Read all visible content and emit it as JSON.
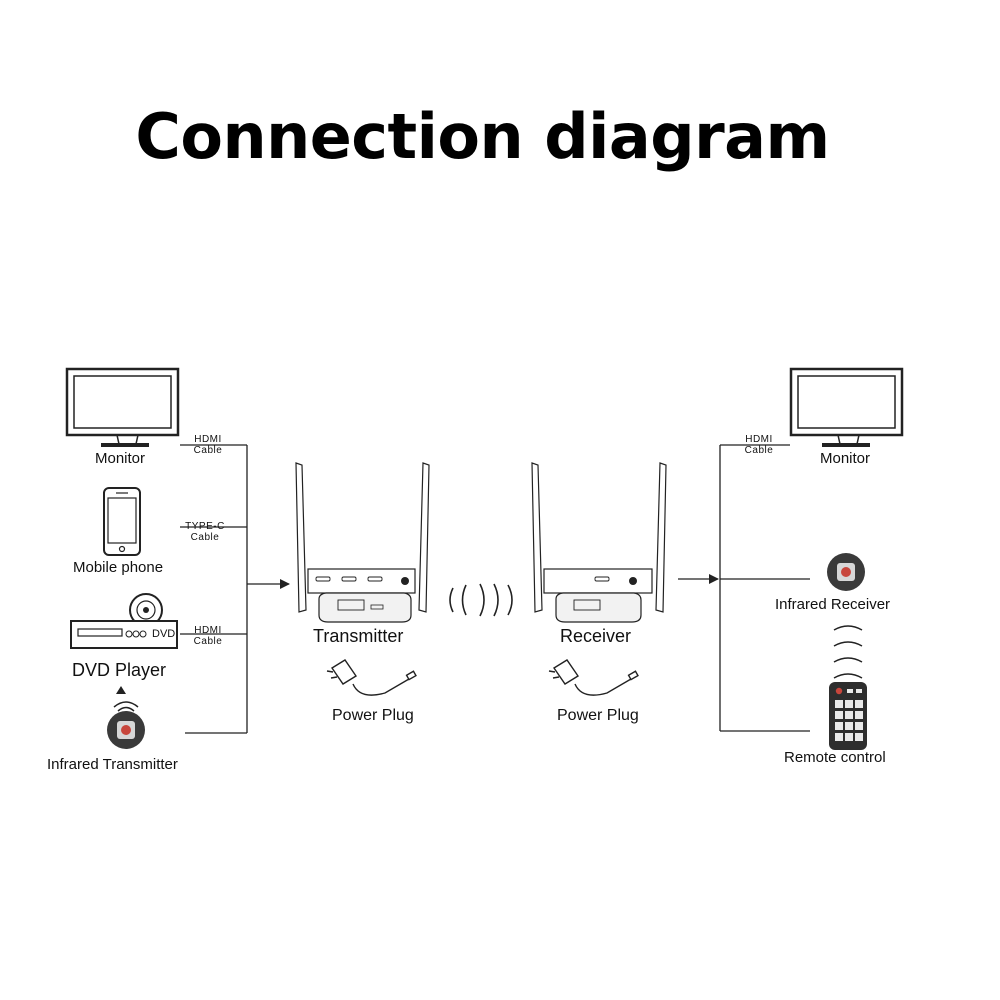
{
  "title": "Connection diagram",
  "left": {
    "monitor": "Monitor",
    "mobile": "Mobile phone",
    "dvd": "DVD Player",
    "dvd_logo": "DVD",
    "ir_tx": "Infrared Transmitter",
    "cable1": [
      "HDMI",
      "Cable"
    ],
    "cable2": [
      "TYPE-C",
      "Cable"
    ],
    "cable3": [
      "HDMI",
      "Cable"
    ]
  },
  "center": {
    "transmitter": "Transmitter",
    "receiver": "Receiver",
    "plug1": "Power Plug",
    "plug2": "Power Plug"
  },
  "right": {
    "monitor": "Monitor",
    "ir_rx": "Infrared Receiver",
    "remote": "Remote control",
    "cable": [
      "HDMI",
      "Cable"
    ]
  },
  "colors": {
    "line": "#222222",
    "ir_red": "#c8463c",
    "ir_dark": "#3a3a3a"
  }
}
